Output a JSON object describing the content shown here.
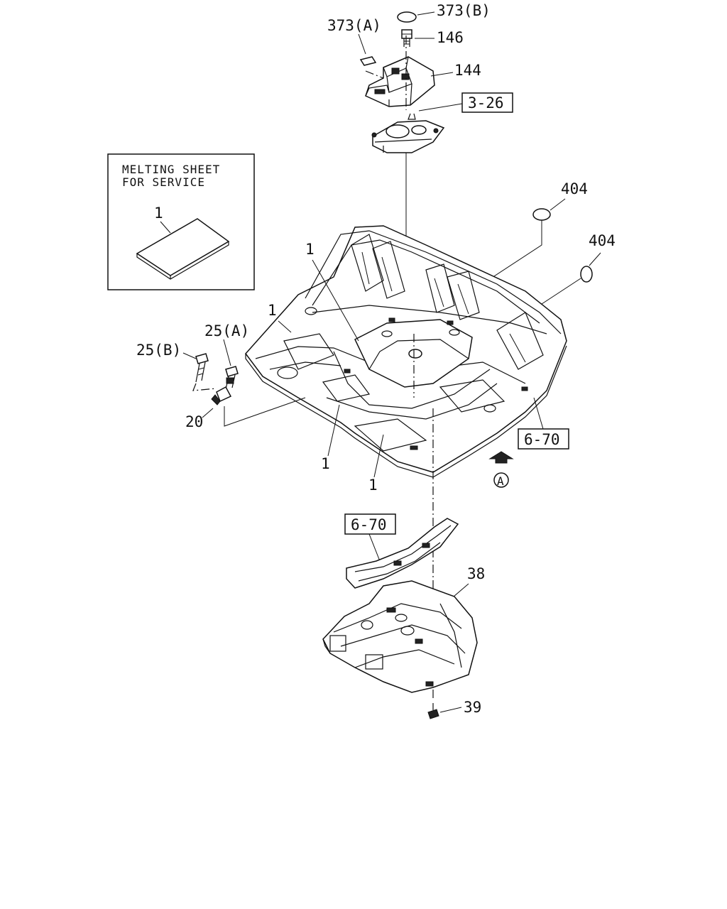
{
  "callouts": {
    "c373a": "373(A)",
    "c373b": "373(B)",
    "c146": "146",
    "c144": "144",
    "ref_3_26": "3-26",
    "c404_top": "404",
    "c404_right": "404",
    "c1_upper_center": "1",
    "c1_upper_left": "1",
    "c1_lower_left": "1",
    "c1_lower_center": "1",
    "c25a": "25(A)",
    "c25b": "25(B)",
    "c20": "20",
    "ref_6_70_right": "6-70",
    "view_a": "A",
    "ref_6_70_lower": "6-70",
    "c38": "38",
    "c39": "39"
  },
  "inset": {
    "title_line1": "MELTING SHEET",
    "title_line2": "FOR SERVICE",
    "part_no": "1"
  }
}
